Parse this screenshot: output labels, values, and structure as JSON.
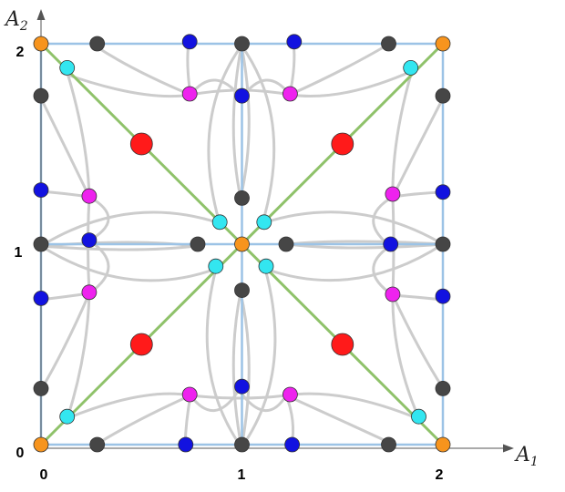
{
  "axes": {
    "x_label_main": "A",
    "x_label_sub": "1",
    "y_label_main": "A",
    "y_label_sub": "2",
    "x_ticks": [
      "0",
      "1",
      "2"
    ],
    "y_ticks": [
      "0",
      "1",
      "2"
    ],
    "domain": [
      0,
      2
    ]
  },
  "colors": {
    "grid_line": "#9cc3e6",
    "diagonal": "#8fc26a",
    "curve": "#cccccc",
    "orange": "#f7941d",
    "cyan": "#33e6f0",
    "dark": "#464646",
    "blue": "#1212e0",
    "magenta": "#ee22ee",
    "red": "#ff1a1a",
    "axis": "#555555"
  },
  "point_groups": [
    {
      "name": "orange-point",
      "color": "orange",
      "size": "small",
      "points": [
        [
          0,
          2
        ],
        [
          2,
          2
        ],
        [
          0,
          0
        ],
        [
          2,
          0
        ],
        [
          1,
          1
        ]
      ]
    },
    {
      "name": "cyan-point",
      "color": "cyan",
      "size": "small",
      "points": [
        [
          0.13,
          1.88
        ],
        [
          1.84,
          1.88
        ],
        [
          0.13,
          0.14
        ],
        [
          1.88,
          0.14
        ],
        [
          0.89,
          1.11
        ],
        [
          1.11,
          1.11
        ],
        [
          0.87,
          0.89
        ],
        [
          1.12,
          0.89
        ]
      ]
    },
    {
      "name": "dark-gray-point",
      "color": "dark",
      "size": "small",
      "points": [
        [
          0.28,
          2
        ],
        [
          1,
          2
        ],
        [
          1.73,
          2
        ],
        [
          0,
          1.74
        ],
        [
          2,
          1.74
        ],
        [
          1,
          1.23
        ],
        [
          0.78,
          1
        ],
        [
          1.22,
          1
        ],
        [
          1,
          0.77
        ],
        [
          0,
          0.28
        ],
        [
          2,
          0.28
        ],
        [
          0.28,
          0
        ],
        [
          1,
          0
        ],
        [
          1.73,
          0
        ],
        [
          0,
          1
        ],
        [
          2,
          1
        ]
      ]
    },
    {
      "name": "blue-point",
      "color": "blue",
      "size": "small",
      "points": [
        [
          0.74,
          2.01
        ],
        [
          1.26,
          2.01
        ],
        [
          1,
          1.74
        ],
        [
          0,
          1.27
        ],
        [
          2,
          1.26
        ],
        [
          0.24,
          1.02
        ],
        [
          1.74,
          1
        ],
        [
          0,
          0.73
        ],
        [
          2,
          0.74
        ],
        [
          1,
          0.29
        ],
        [
          0.72,
          0
        ],
        [
          1.25,
          0
        ]
      ]
    },
    {
      "name": "magenta-point",
      "color": "magenta",
      "size": "small",
      "points": [
        [
          0.74,
          1.75
        ],
        [
          1.24,
          1.75
        ],
        [
          0.24,
          1.24
        ],
        [
          1.75,
          1.25
        ],
        [
          0.24,
          0.76
        ],
        [
          1.75,
          0.75
        ],
        [
          0.74,
          0.25
        ],
        [
          1.24,
          0.25
        ]
      ]
    },
    {
      "name": "red-point",
      "color": "red",
      "size": "large",
      "points": [
        [
          0.5,
          1.5
        ],
        [
          1.5,
          1.5
        ],
        [
          0.5,
          0.5
        ],
        [
          1.5,
          0.5
        ]
      ]
    }
  ]
}
